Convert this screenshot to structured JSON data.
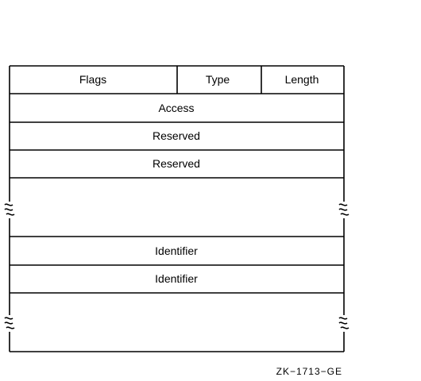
{
  "structure": {
    "row1": {
      "flags": "Flags",
      "type": "Type",
      "length": "Length"
    },
    "access": "Access",
    "reserved_1": "Reserved",
    "reserved_2": "Reserved",
    "identifier_1": "Identifier",
    "identifier_2": "Identifier"
  },
  "figure_id": "ZK−1713−GE",
  "colors": {
    "stroke": "#000000",
    "background": "#ffffff"
  }
}
